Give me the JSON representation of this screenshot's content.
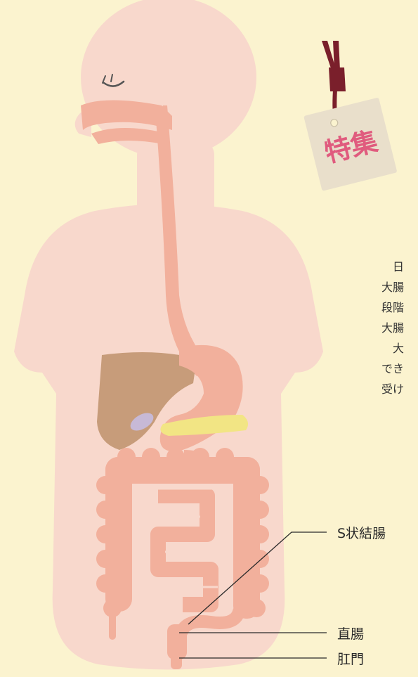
{
  "tag": {
    "text": "特集"
  },
  "intro_lines": [
    "日",
    "大腸",
    "段階",
    "大腸",
    "大",
    "でき",
    "受け"
  ],
  "labels": {
    "sigmoid": "S状結腸",
    "rectum": "直腸",
    "anus": "肛門"
  },
  "colors": {
    "background": "#fbf3cf",
    "body": "#f8d8cc",
    "organ": "#f2b09c",
    "liver": "#c79c7a",
    "pancreas": "#f2e584",
    "gallbladder": "#c7b9d6",
    "tag_card": "#e9dfcb",
    "tag_text": "#e05b7e",
    "ribbon": "#7a1f2b"
  }
}
